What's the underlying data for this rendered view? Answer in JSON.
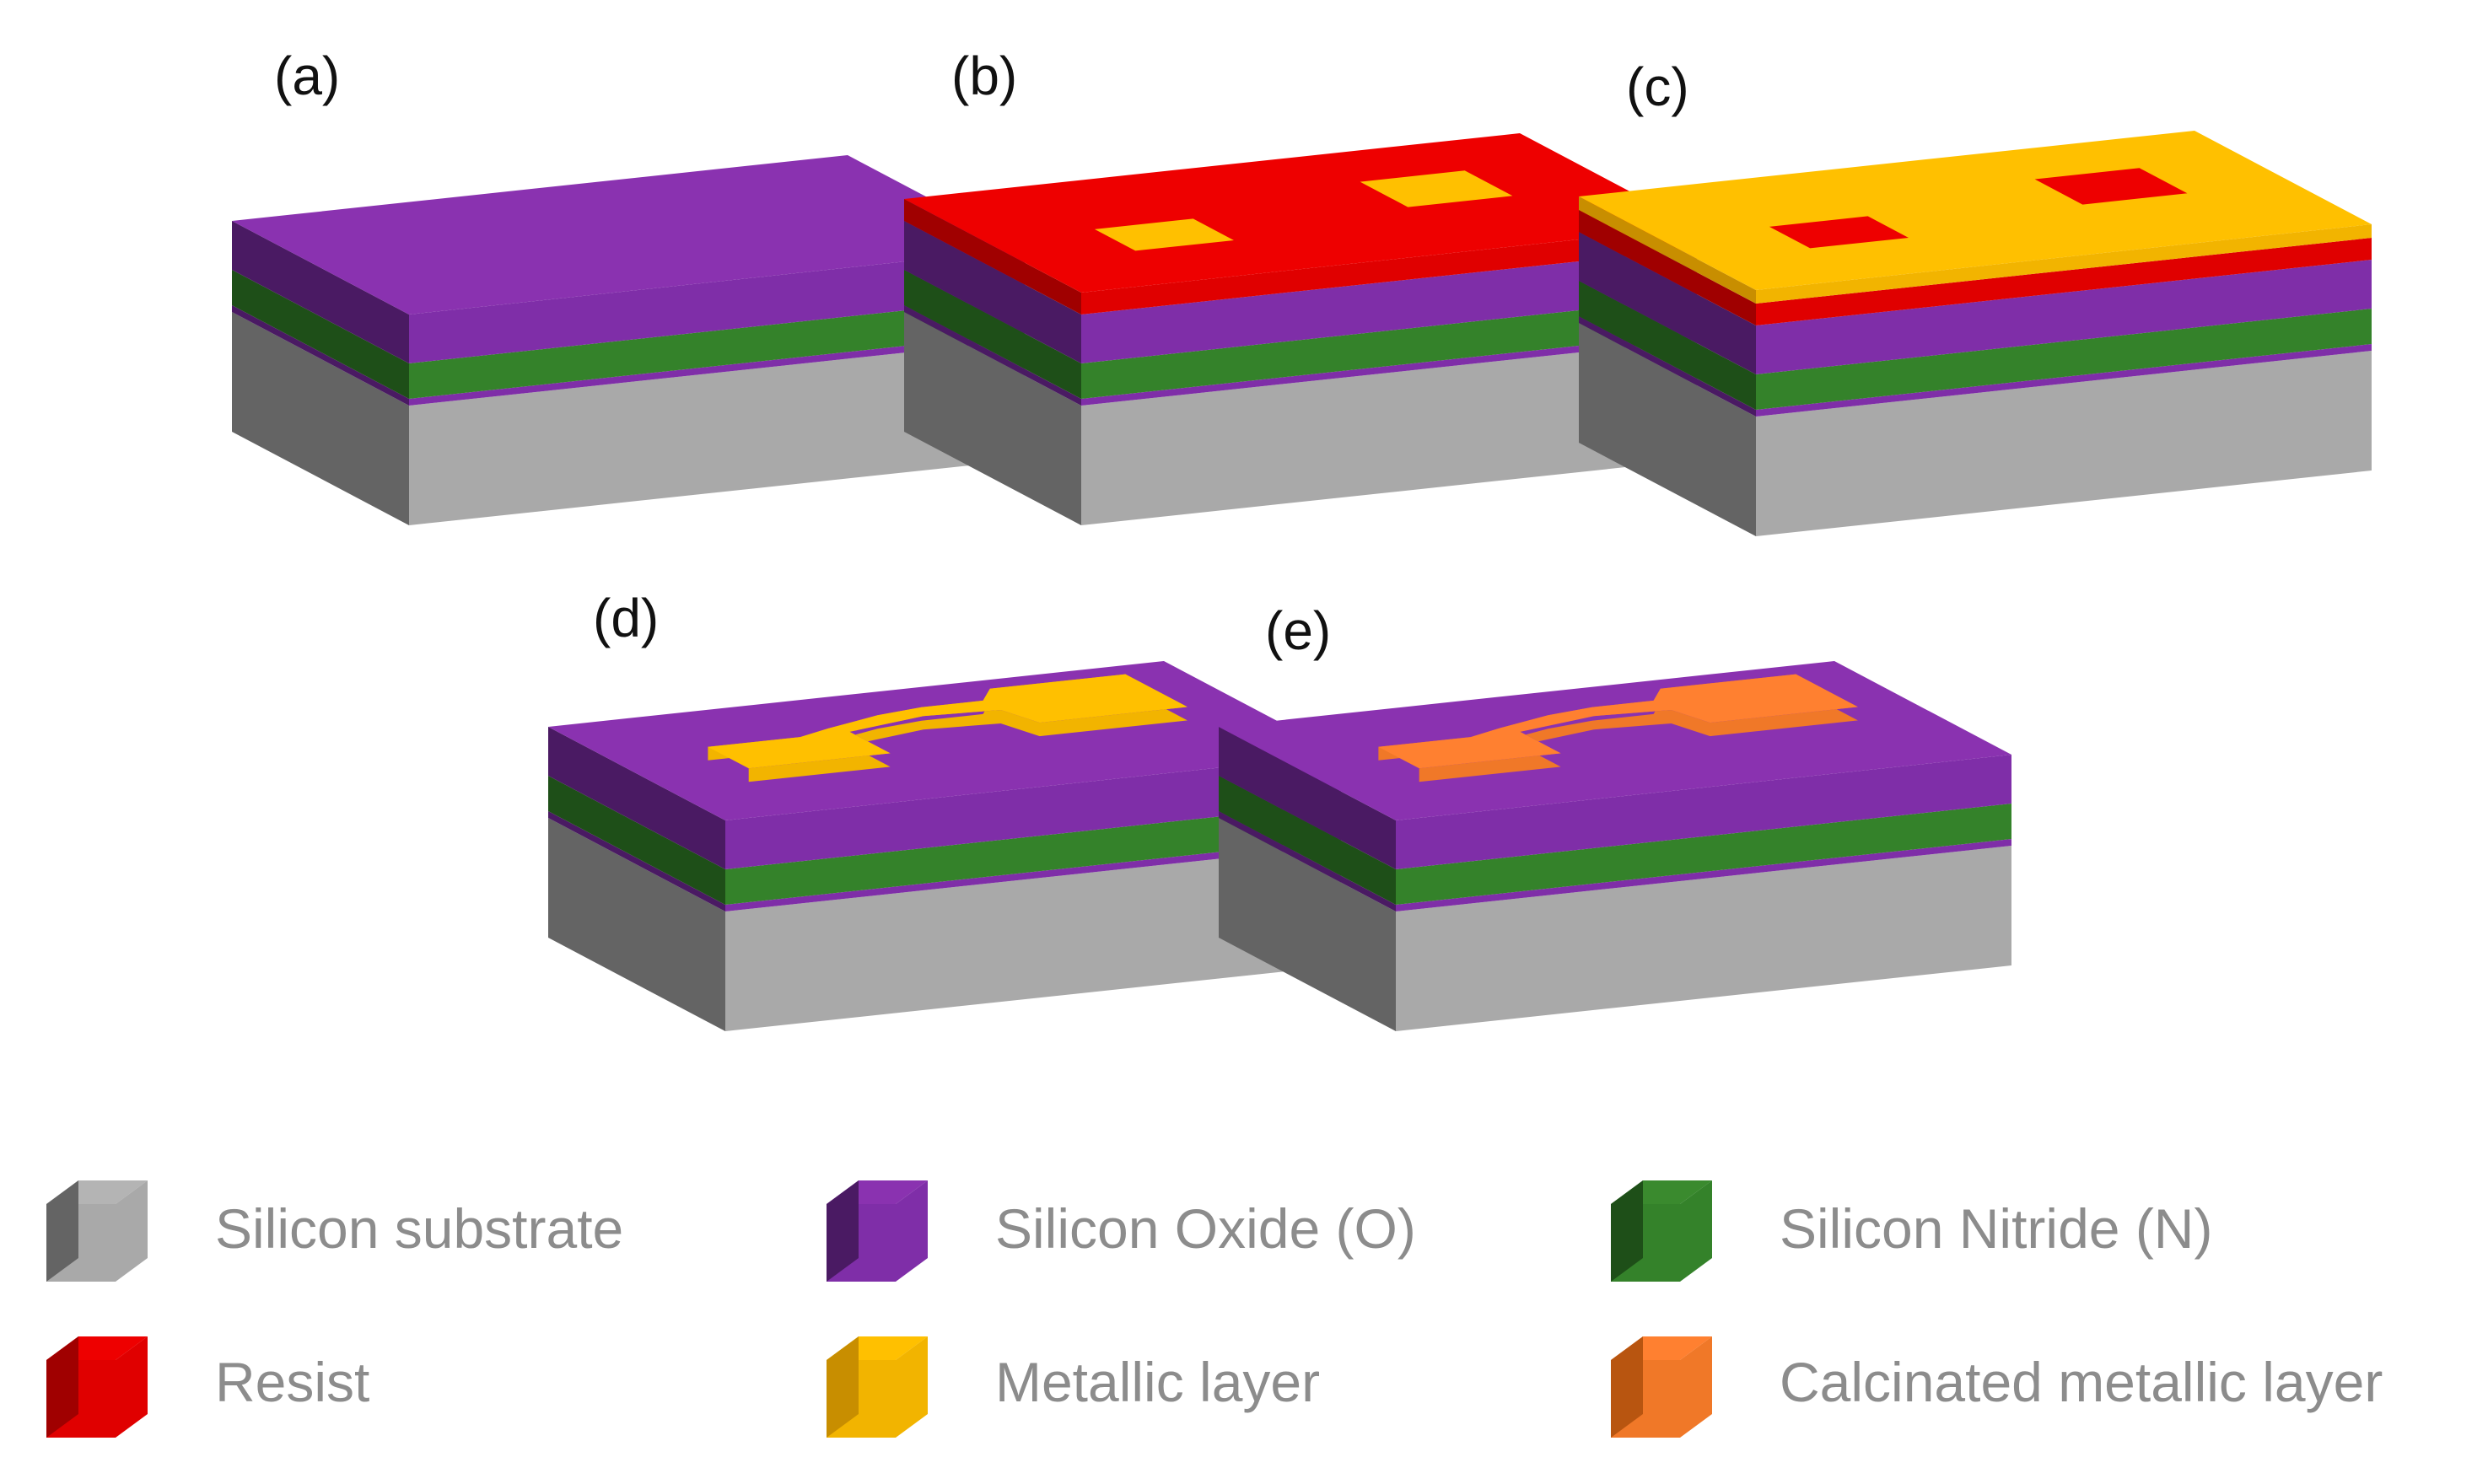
{
  "panels": [
    {
      "id": "a",
      "label": "(a)",
      "layers": [
        "substrate",
        "oxide",
        "nitride",
        "oxide"
      ]
    },
    {
      "id": "b",
      "label": "(b)",
      "layers": [
        "substrate",
        "oxide",
        "nitride",
        "oxide",
        "resist"
      ]
    },
    {
      "id": "c",
      "label": "(c)",
      "layers": [
        "substrate",
        "oxide",
        "nitride",
        "oxide",
        "resist",
        "metal"
      ]
    },
    {
      "id": "d",
      "label": "(d)",
      "layers": [
        "substrate",
        "oxide",
        "nitride",
        "oxide"
      ],
      "pattern": "metal"
    },
    {
      "id": "e",
      "label": "(e)",
      "layers": [
        "substrate",
        "oxide",
        "nitride",
        "oxide"
      ],
      "pattern": "calcinated"
    }
  ],
  "legend": [
    {
      "id": "substrate",
      "label": "Silicon substrate"
    },
    {
      "id": "oxide",
      "label": "Silicon Oxide (O)"
    },
    {
      "id": "nitride",
      "label": "Silicon Nitride (N)"
    },
    {
      "id": "resist",
      "label": "Resist"
    },
    {
      "id": "metal",
      "label": "Metallic layer"
    },
    {
      "id": "calcinated",
      "label": "Calcinated metallic layer"
    }
  ],
  "colors": {
    "substrate": {
      "top": "#b4b4b4",
      "front": "#a9a9a9",
      "left": "#646464"
    },
    "oxide": {
      "top": "#8a32b0",
      "front": "#7f2ea8",
      "left": "#4a1a63"
    },
    "nitride": {
      "top": "#3a8a2e",
      "front": "#34822a",
      "left": "#1e4f18"
    },
    "resist": {
      "top": "#ee0000",
      "front": "#e00000",
      "left": "#a00000"
    },
    "metal": {
      "top": "#ffc000",
      "front": "#f2b400",
      "left": "#c88e00"
    },
    "calcinated": {
      "top": "#ff8030",
      "front": "#f07828",
      "left": "#b85510"
    }
  }
}
